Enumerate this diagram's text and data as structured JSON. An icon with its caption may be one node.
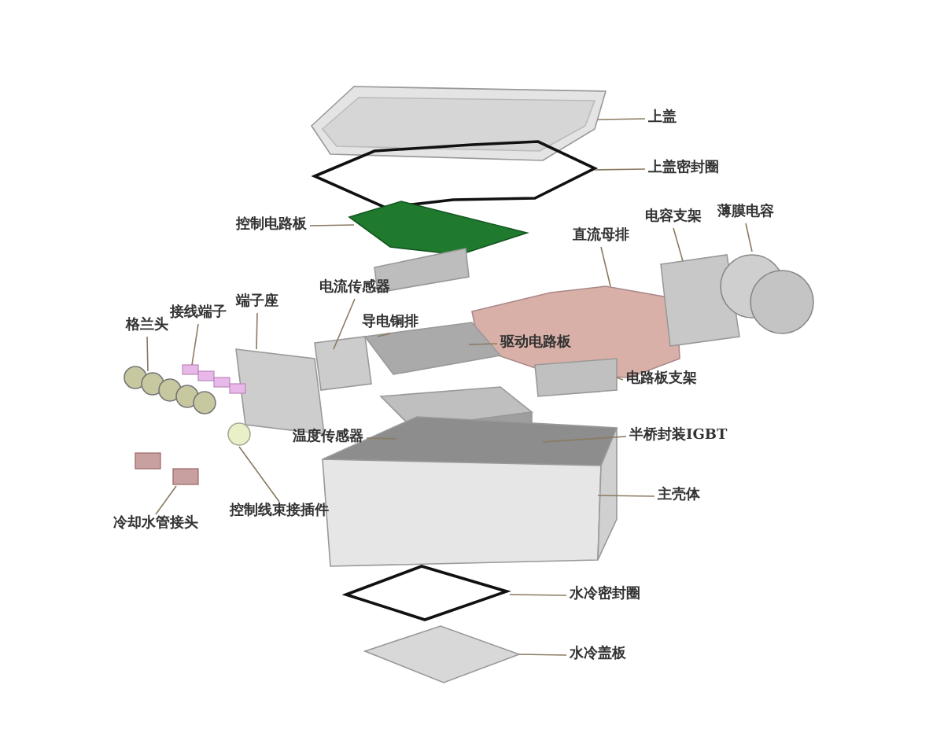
{
  "diagram": {
    "nodes": [
      {
        "text": [
          "上盖"
        ]
      },
      {
        "text": [
          "上盖密封圈"
        ]
      },
      {
        "text": [
          "控制电路板"
        ]
      },
      {
        "text": [
          "直流母排"
        ]
      },
      {
        "text": [
          "电容支架"
        ]
      },
      {
        "text": [
          "薄膜电容"
        ]
      },
      {
        "text": [
          "格兰头"
        ]
      },
      {
        "text": [
          "接线端子"
        ]
      },
      {
        "text": [
          "端子座"
        ]
      },
      {
        "text": [
          "电流传感器"
        ]
      },
      {
        "text": [
          "导电铜排"
        ]
      },
      {
        "text": [
          "驱动电路板"
        ]
      },
      {
        "text": [
          "电路板支架"
        ]
      },
      {
        "text": [
          "半桥封装IGBT"
        ]
      },
      {
        "text": [
          "温度传感器"
        ]
      },
      {
        "text": [
          "主壳体"
        ]
      },
      {
        "text": [
          "控制线束接插件"
        ]
      },
      {
        "text": [
          "冷却水管接头"
        ]
      },
      {
        "text": [
          "水冷密封圈"
        ]
      },
      {
        "text": [
          "水冷盖板"
        ]
      }
    ],
    "edges": [
      {
        "from": 0,
        "to": null,
        "arrow": "none"
      },
      {
        "from": 1,
        "to": null,
        "arrow": "none"
      },
      {
        "from": 2,
        "to": null,
        "arrow": "none"
      },
      {
        "from": 3,
        "to": null,
        "arrow": "none"
      },
      {
        "from": 4,
        "to": null,
        "arrow": "none"
      },
      {
        "from": 5,
        "to": null,
        "arrow": "none"
      },
      {
        "from": 6,
        "to": null,
        "arrow": "none"
      },
      {
        "from": 7,
        "to": null,
        "arrow": "none"
      },
      {
        "from": 8,
        "to": null,
        "arrow": "none"
      },
      {
        "from": 9,
        "to": null,
        "arrow": "none"
      },
      {
        "from": 10,
        "to": null,
        "arrow": "none"
      },
      {
        "from": 11,
        "to": null,
        "arrow": "none"
      },
      {
        "from": 12,
        "to": null,
        "arrow": "none"
      },
      {
        "from": 13,
        "to": null,
        "arrow": "none"
      },
      {
        "from": 14,
        "to": null,
        "arrow": "none"
      },
      {
        "from": 15,
        "to": null,
        "arrow": "none"
      },
      {
        "from": 16,
        "to": null,
        "arrow": "none"
      },
      {
        "from": 17,
        "to": null,
        "arrow": "none"
      },
      {
        "from": 18,
        "to": null,
        "arrow": "none"
      },
      {
        "from": 19,
        "to": null,
        "arrow": "none"
      }
    ]
  }
}
